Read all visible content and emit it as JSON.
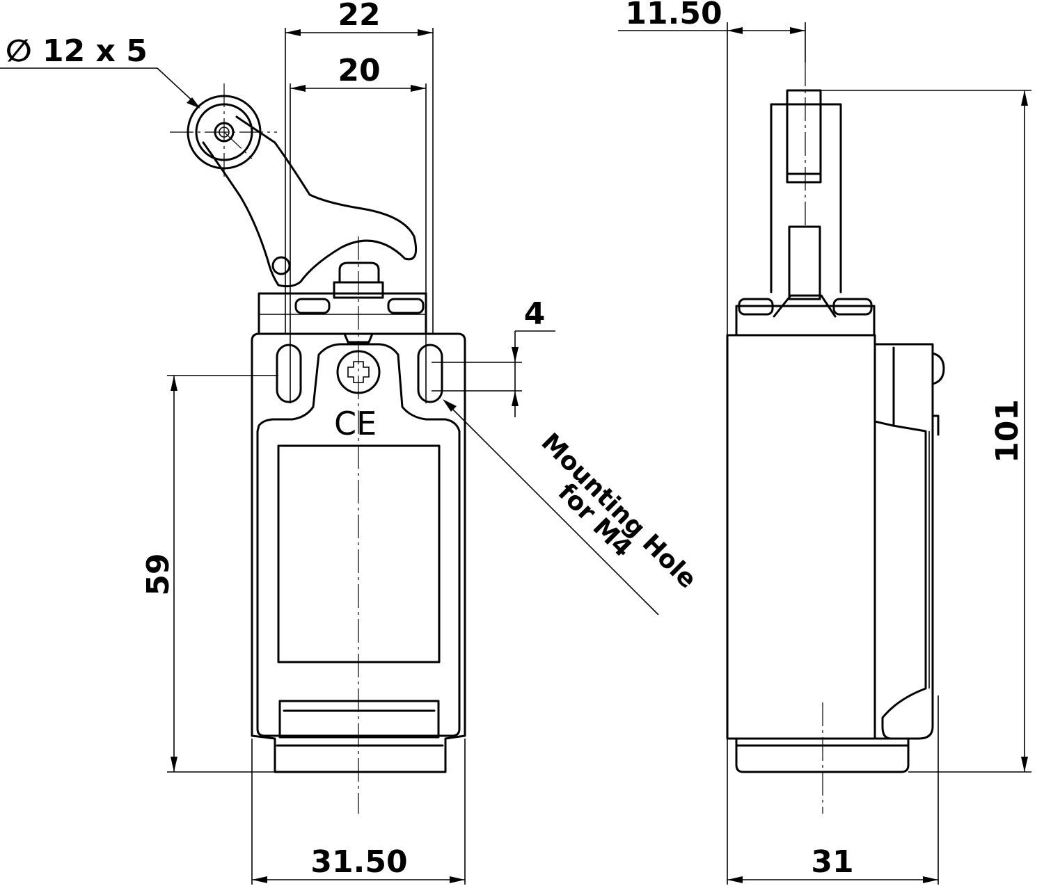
{
  "dimensions": {
    "roller": "∅ 12 x 5",
    "width_outer": "22",
    "width_inner": "20",
    "offset_side": "11.50",
    "slot": "4",
    "height_total": "101",
    "height_mount": "59",
    "base_front": "31.50",
    "base_side": "31"
  },
  "notes": {
    "mounting_line1": "Mounting Hole",
    "mounting_line2": "for M4",
    "ce_mark": "CE"
  }
}
